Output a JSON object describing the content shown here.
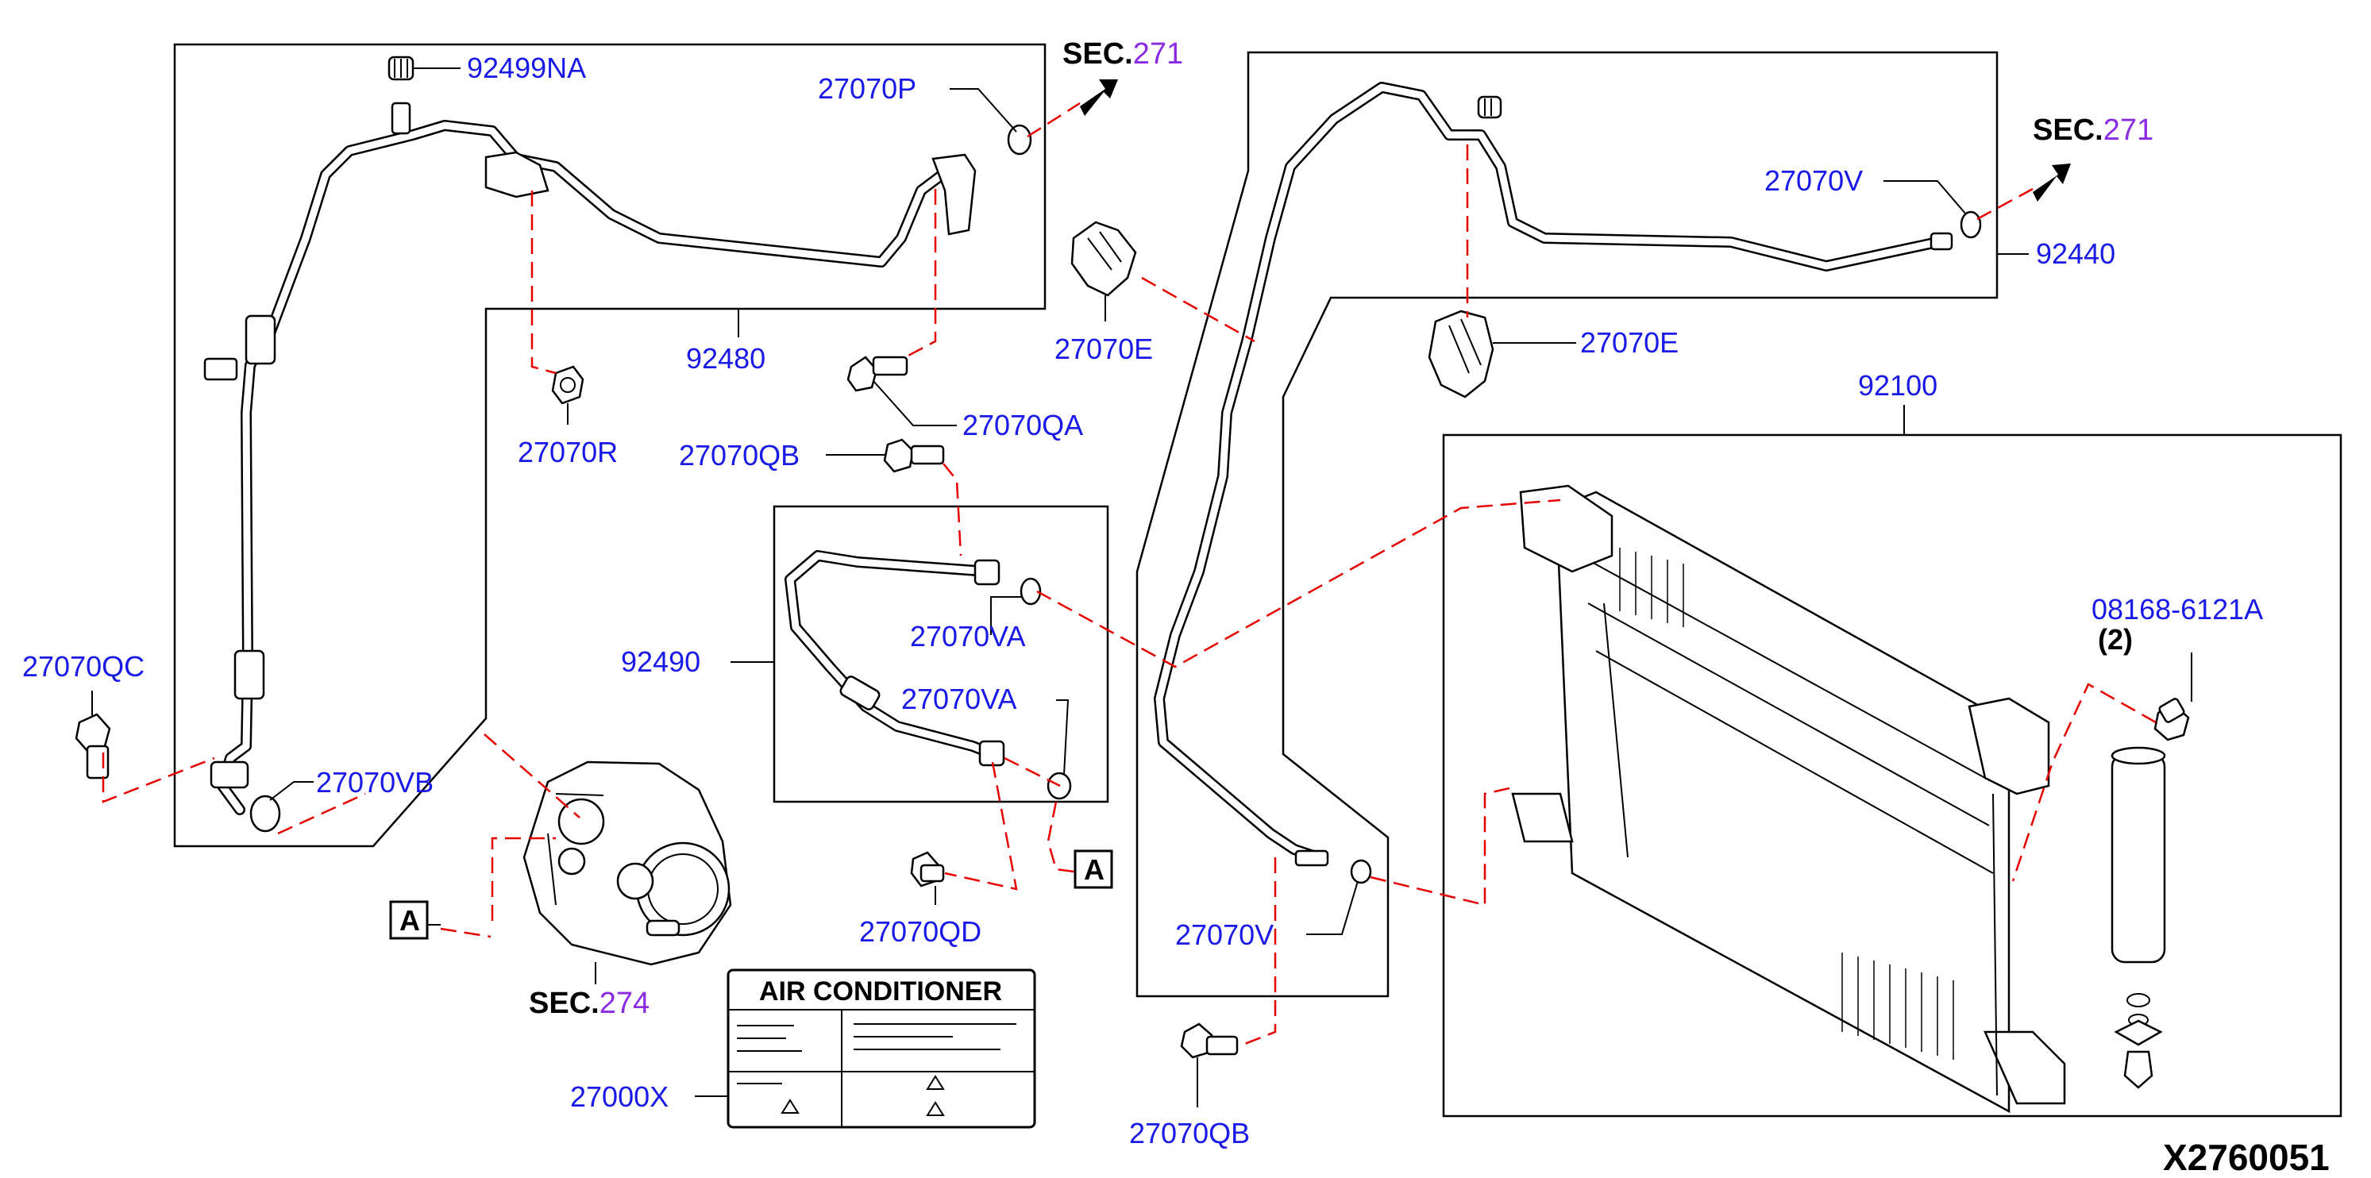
{
  "diagram_id": "X2760051",
  "section_refs": {
    "top_left": {
      "prefix": "SEC.",
      "number": "271"
    },
    "top_right": {
      "prefix": "SEC.",
      "number": "271"
    },
    "compressor": {
      "prefix": "SEC.",
      "number": "274"
    }
  },
  "part_numbers": {
    "p92499NA": "92499NA",
    "p27070P": "27070P",
    "p92480": "92480",
    "p27070R": "27070R",
    "p27070QA": "27070QA",
    "p27070QB_top": "27070QB",
    "p27070QC": "27070QC",
    "p27070VB": "27070VB",
    "p92490": "92490",
    "p27070VA_top": "27070VA",
    "p27070VA_bot": "27070VA",
    "p27070QD": "27070QD",
    "p27000X": "27000X",
    "p27070E_left": "27070E",
    "p27070E_right": "27070E",
    "p27070V_top": "27070V",
    "p92440": "92440",
    "p92100": "92100",
    "p27070V_bot": "27070V",
    "p27070QB_bot": "27070QB",
    "p08168": "08168-6121A",
    "p08168_qty": "(2)"
  },
  "callouts": {
    "a_left": "A",
    "a_right": "A"
  },
  "label_plate": {
    "title": "AIR CONDITIONER"
  },
  "colors": {
    "part_number": "#1a1ae6",
    "section_number": "#8a2be2",
    "phantom_line": "#e60000"
  }
}
